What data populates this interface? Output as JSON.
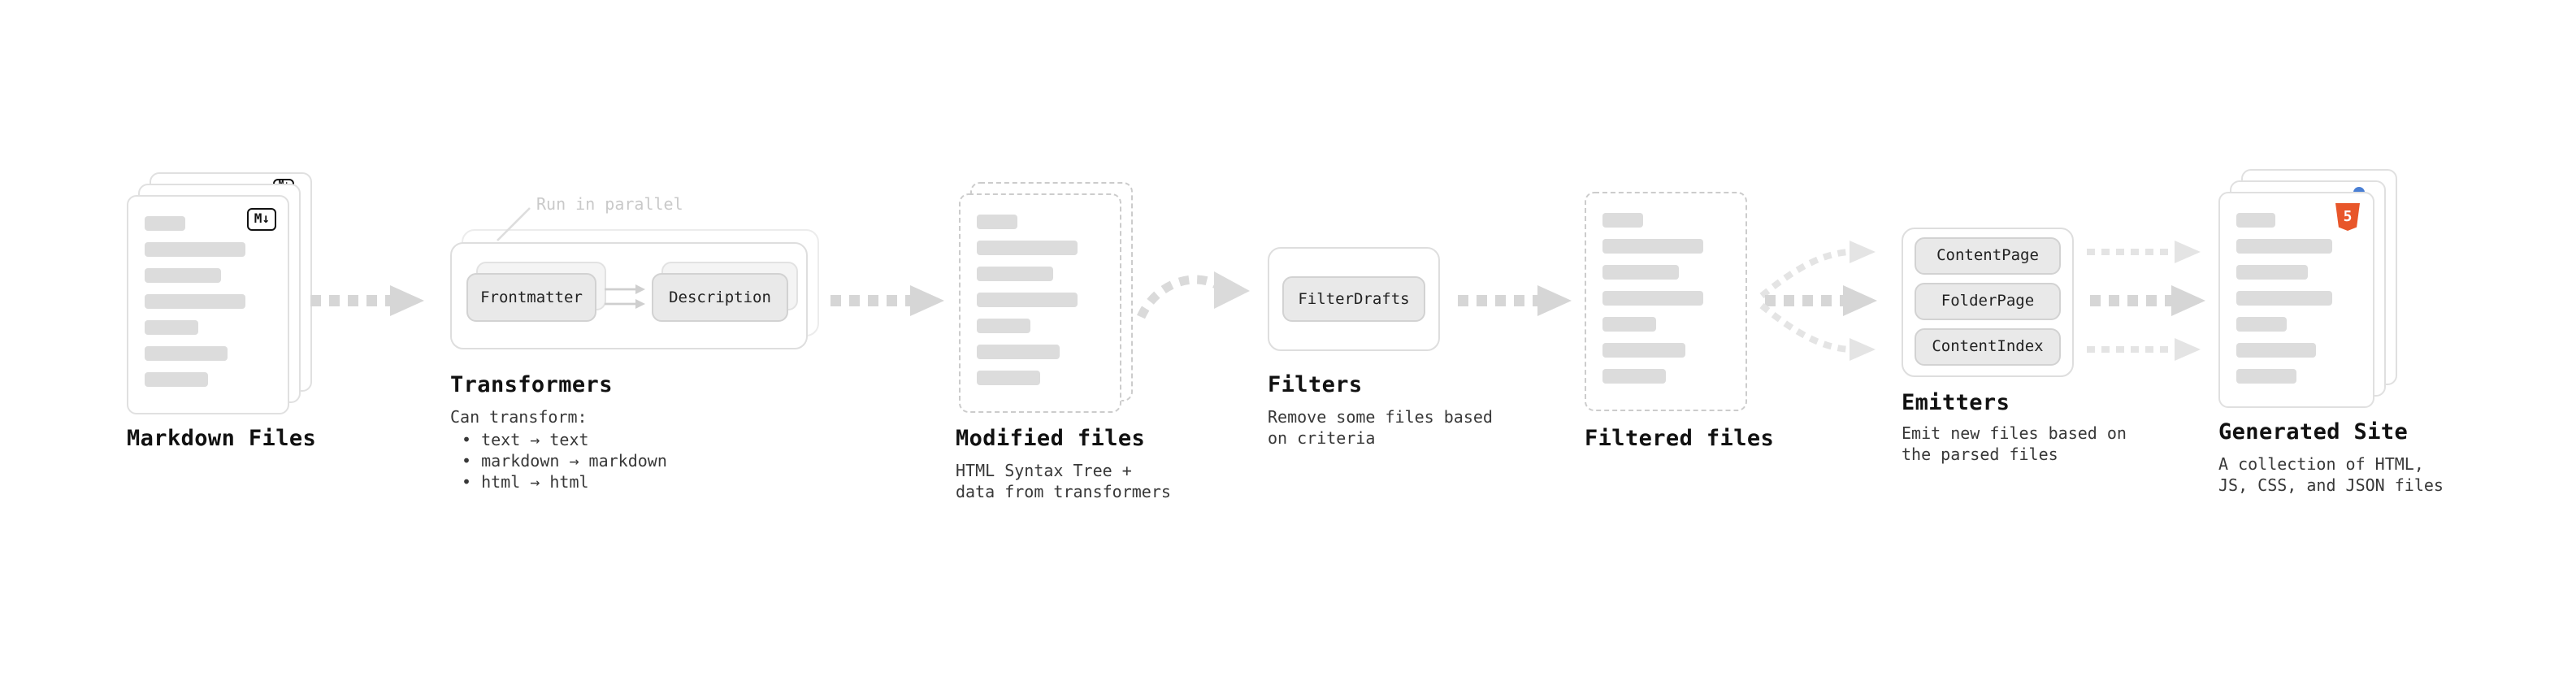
{
  "markdown_files": {
    "label": "Markdown Files",
    "badge": "M↓"
  },
  "transformers": {
    "label": "Transformers",
    "annotation": "Run in parallel",
    "pills": [
      "Frontmatter",
      "Description"
    ],
    "caption_title": "Can transform:",
    "bullets": [
      "• text → text",
      "• markdown → markdown",
      "• html → html"
    ]
  },
  "modified_files": {
    "label": "Modified files",
    "caption": [
      "HTML Syntax Tree +",
      "data from transformers"
    ]
  },
  "filters": {
    "label": "Filters",
    "pills": [
      "FilterDrafts"
    ],
    "caption": [
      "Remove some files based",
      "on criteria"
    ]
  },
  "filtered_files": {
    "label": "Filtered files"
  },
  "emitters": {
    "label": "Emitters",
    "pills": [
      "ContentPage",
      "FolderPage",
      "ContentIndex"
    ],
    "caption": [
      "Emit new files based on",
      "the parsed files"
    ]
  },
  "generated_site": {
    "label": "Generated Site",
    "badge": "5",
    "caption": [
      "A collection of HTML,",
      "JS, CSS, and JSON files"
    ]
  },
  "colors": {
    "arrow": "#d6d6d6",
    "arrow_light": "#e4e4e4",
    "bar": "#dcdcdc",
    "html5_orange": "#e8562a",
    "heading": "#111111",
    "caption": "#383838",
    "annotation": "#c9c9c9"
  }
}
